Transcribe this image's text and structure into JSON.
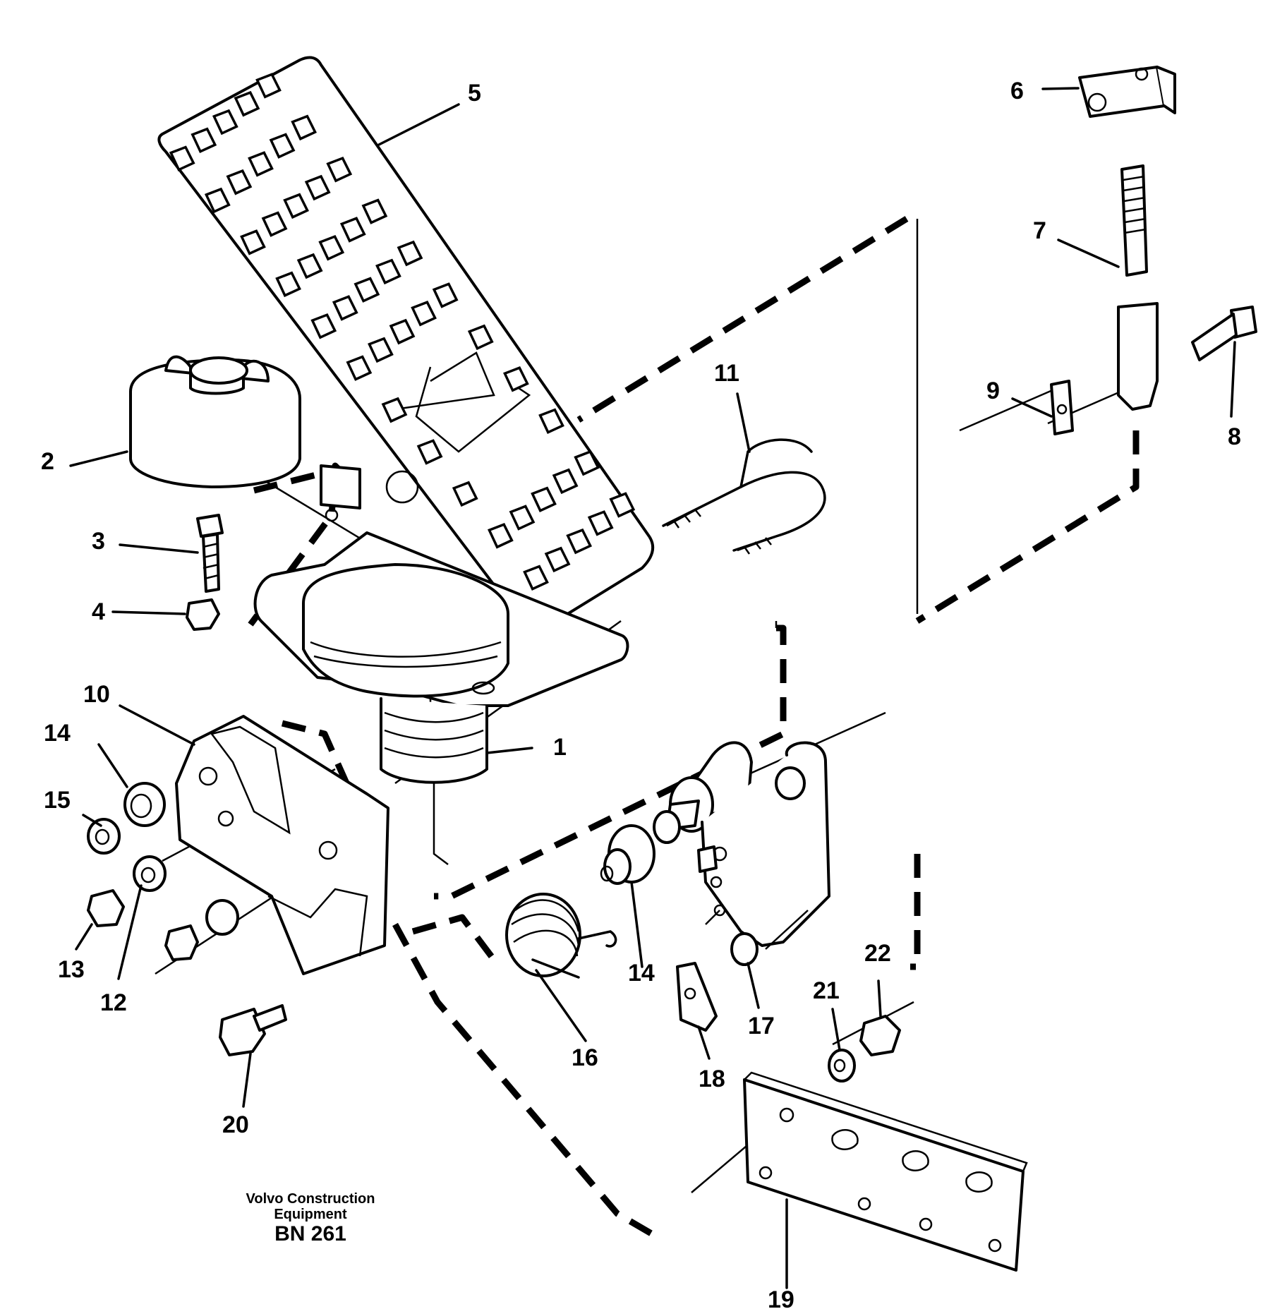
{
  "callouts": [
    "1",
    "2",
    "3",
    "4",
    "5",
    "6",
    "7",
    "8",
    "9",
    "10",
    "11",
    "12",
    "13",
    "14",
    "14",
    "15",
    "16",
    "17",
    "18",
    "19",
    "20",
    "21",
    "22"
  ],
  "caption": {
    "line1": "Volvo Construction",
    "line2": "Equipment",
    "code": "BN 261"
  }
}
